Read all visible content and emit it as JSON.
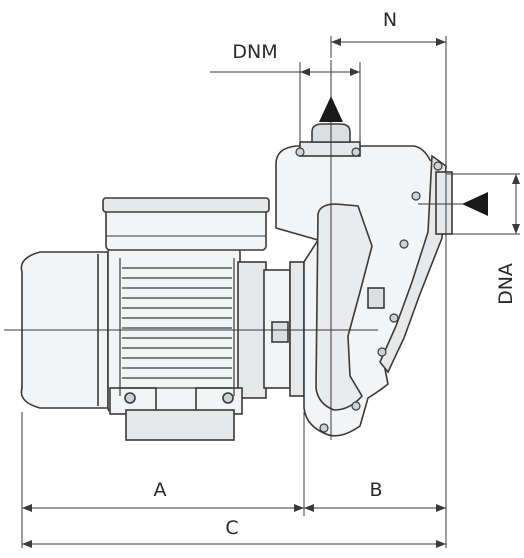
{
  "labels": {
    "n": "N",
    "dnm": "DNM",
    "dna": "DNA",
    "a": "A",
    "b": "B",
    "c": "C"
  },
  "colors": {
    "line": "#3a3a3a",
    "body_fill": "#f3f4f5",
    "shade": "#dfe1e3",
    "arrow": "#1a1a1a"
  }
}
